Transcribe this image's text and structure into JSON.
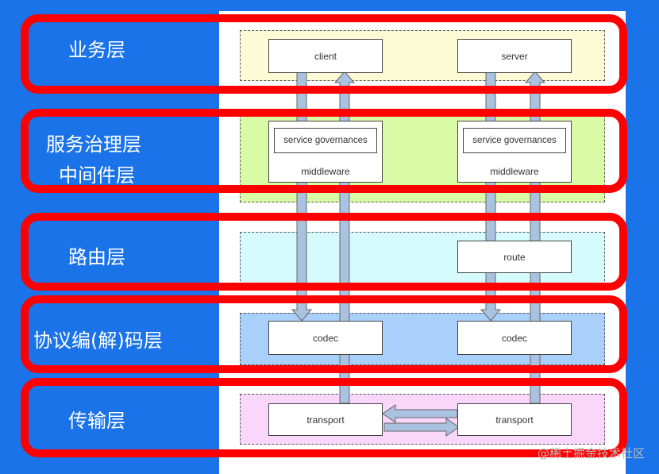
{
  "layers": [
    {
      "label": "业务层"
    },
    {
      "label_line1": "服务治理层",
      "label_line2": "中间件层"
    },
    {
      "label": "路由层"
    },
    {
      "label": "协议编(解)码层"
    },
    {
      "label": "传输层"
    }
  ],
  "boxes": {
    "client": "client",
    "server": "server",
    "service_governances": "service governances",
    "middleware": "middleware",
    "route": "route",
    "codec": "codec",
    "transport": "transport"
  },
  "watermark": "@稀土掘金技术社区",
  "colors": {
    "background": "#1a73e8",
    "layer_border": "#ff0000",
    "business_band": "#fdfbd6",
    "governance_band": "#d9fba6",
    "route_band": "#d6fbfd",
    "codec_band": "#a9cffb",
    "transport_band": "#fbd6fb",
    "arrow_fill": "#a9c2e0"
  }
}
